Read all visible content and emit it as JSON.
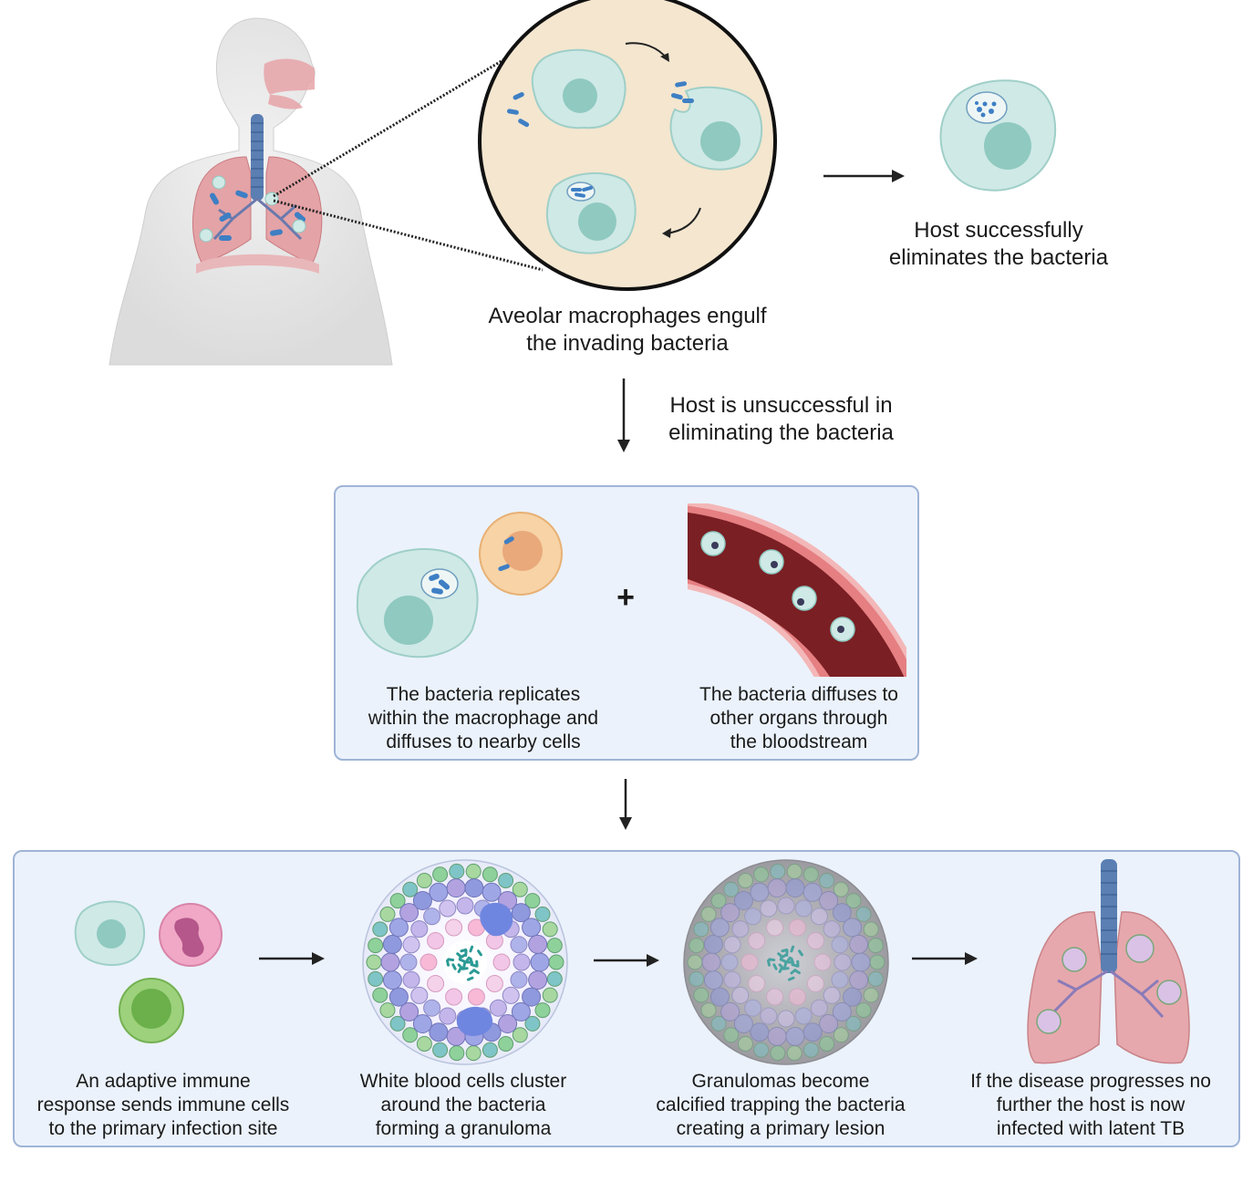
{
  "top": {
    "engulf_caption": [
      "Aveolar macrophages engulf",
      "the invading bacteria"
    ],
    "success_caption": [
      "Host successfully",
      "eliminates the bacteria"
    ],
    "fail_caption": [
      "Host is unsuccessful in",
      "eliminating the bacteria"
    ]
  },
  "middle_panel": {
    "plus_sign": "+",
    "replicate_caption": [
      "The bacteria replicates",
      "within the macrophage and",
      "diffuses to nearby cells"
    ],
    "diffuse_caption": [
      "The bacteria diffuses to",
      "other organs through",
      "the bloodstream"
    ]
  },
  "bottom_panel": {
    "step1_caption": [
      "An adaptive immune",
      "response sends immune cells",
      "to the primary infection site"
    ],
    "step2_caption": [
      "White blood cells cluster",
      "around the bacteria",
      "forming a granuloma"
    ],
    "step3_caption": [
      "Granulomas become",
      "calcified trapping the bacteria",
      "creating a primary lesion"
    ],
    "step4_caption": [
      "If the disease progresses no",
      "further the host is now",
      "infected with latent TB"
    ]
  },
  "colors": {
    "macrophage": "#cfe9e6",
    "macrophage_nucleus": "#8fc9c0",
    "bacteria": "#3e7fc4",
    "panel_bg": "#ebf2fb",
    "panel_border": "#9fb4d6",
    "zoom_bg": "#f4e6cf",
    "lung": "#e4a3a6",
    "trachea": "#5b7fb3",
    "vessel": "#7a1f24"
  }
}
